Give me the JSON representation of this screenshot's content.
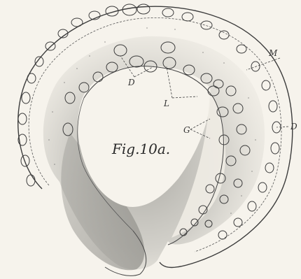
{
  "figure": {
    "caption": "Fig.10a.",
    "labels": {
      "m": "M",
      "d_right": "D",
      "d_inner": "D",
      "l": "L",
      "g": "G"
    }
  },
  "colors": {
    "background": "#f6f3ec",
    "ink": "#3b3b3b",
    "shading": "#8f8f8a"
  }
}
